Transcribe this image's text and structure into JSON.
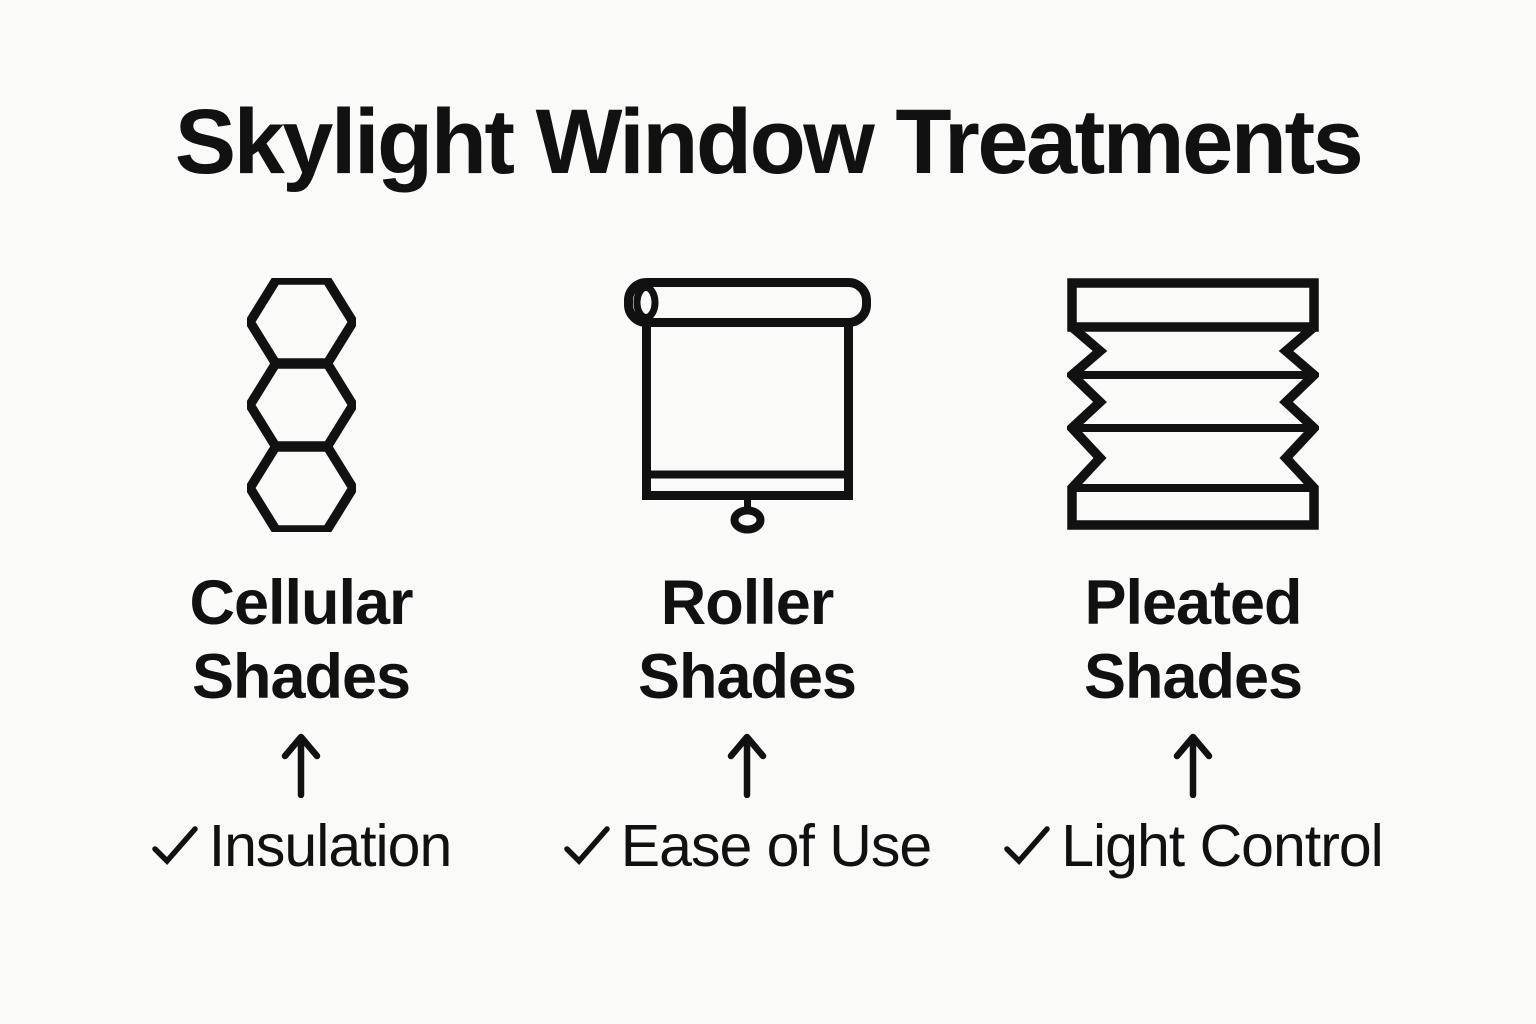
{
  "page": {
    "title": "Skylight Window Treatments"
  },
  "colors": {
    "background": "#fafaf8",
    "ink": "#111111"
  },
  "columns": [
    {
      "icon": "cellular-shades-icon",
      "label_line1": "Cellular",
      "label_line2": "Shades",
      "check_symbol": "✓",
      "benefit": "Insulation"
    },
    {
      "icon": "roller-shades-icon",
      "label_line1": "Roller",
      "label_line2": "Shades",
      "check_symbol": "✓",
      "benefit": "Ease of Use"
    },
    {
      "icon": "pleated-shades-icon",
      "label_line1": "Pleated",
      "label_line2": "Shades",
      "check_symbol": "✓",
      "benefit": "Light Control"
    }
  ]
}
